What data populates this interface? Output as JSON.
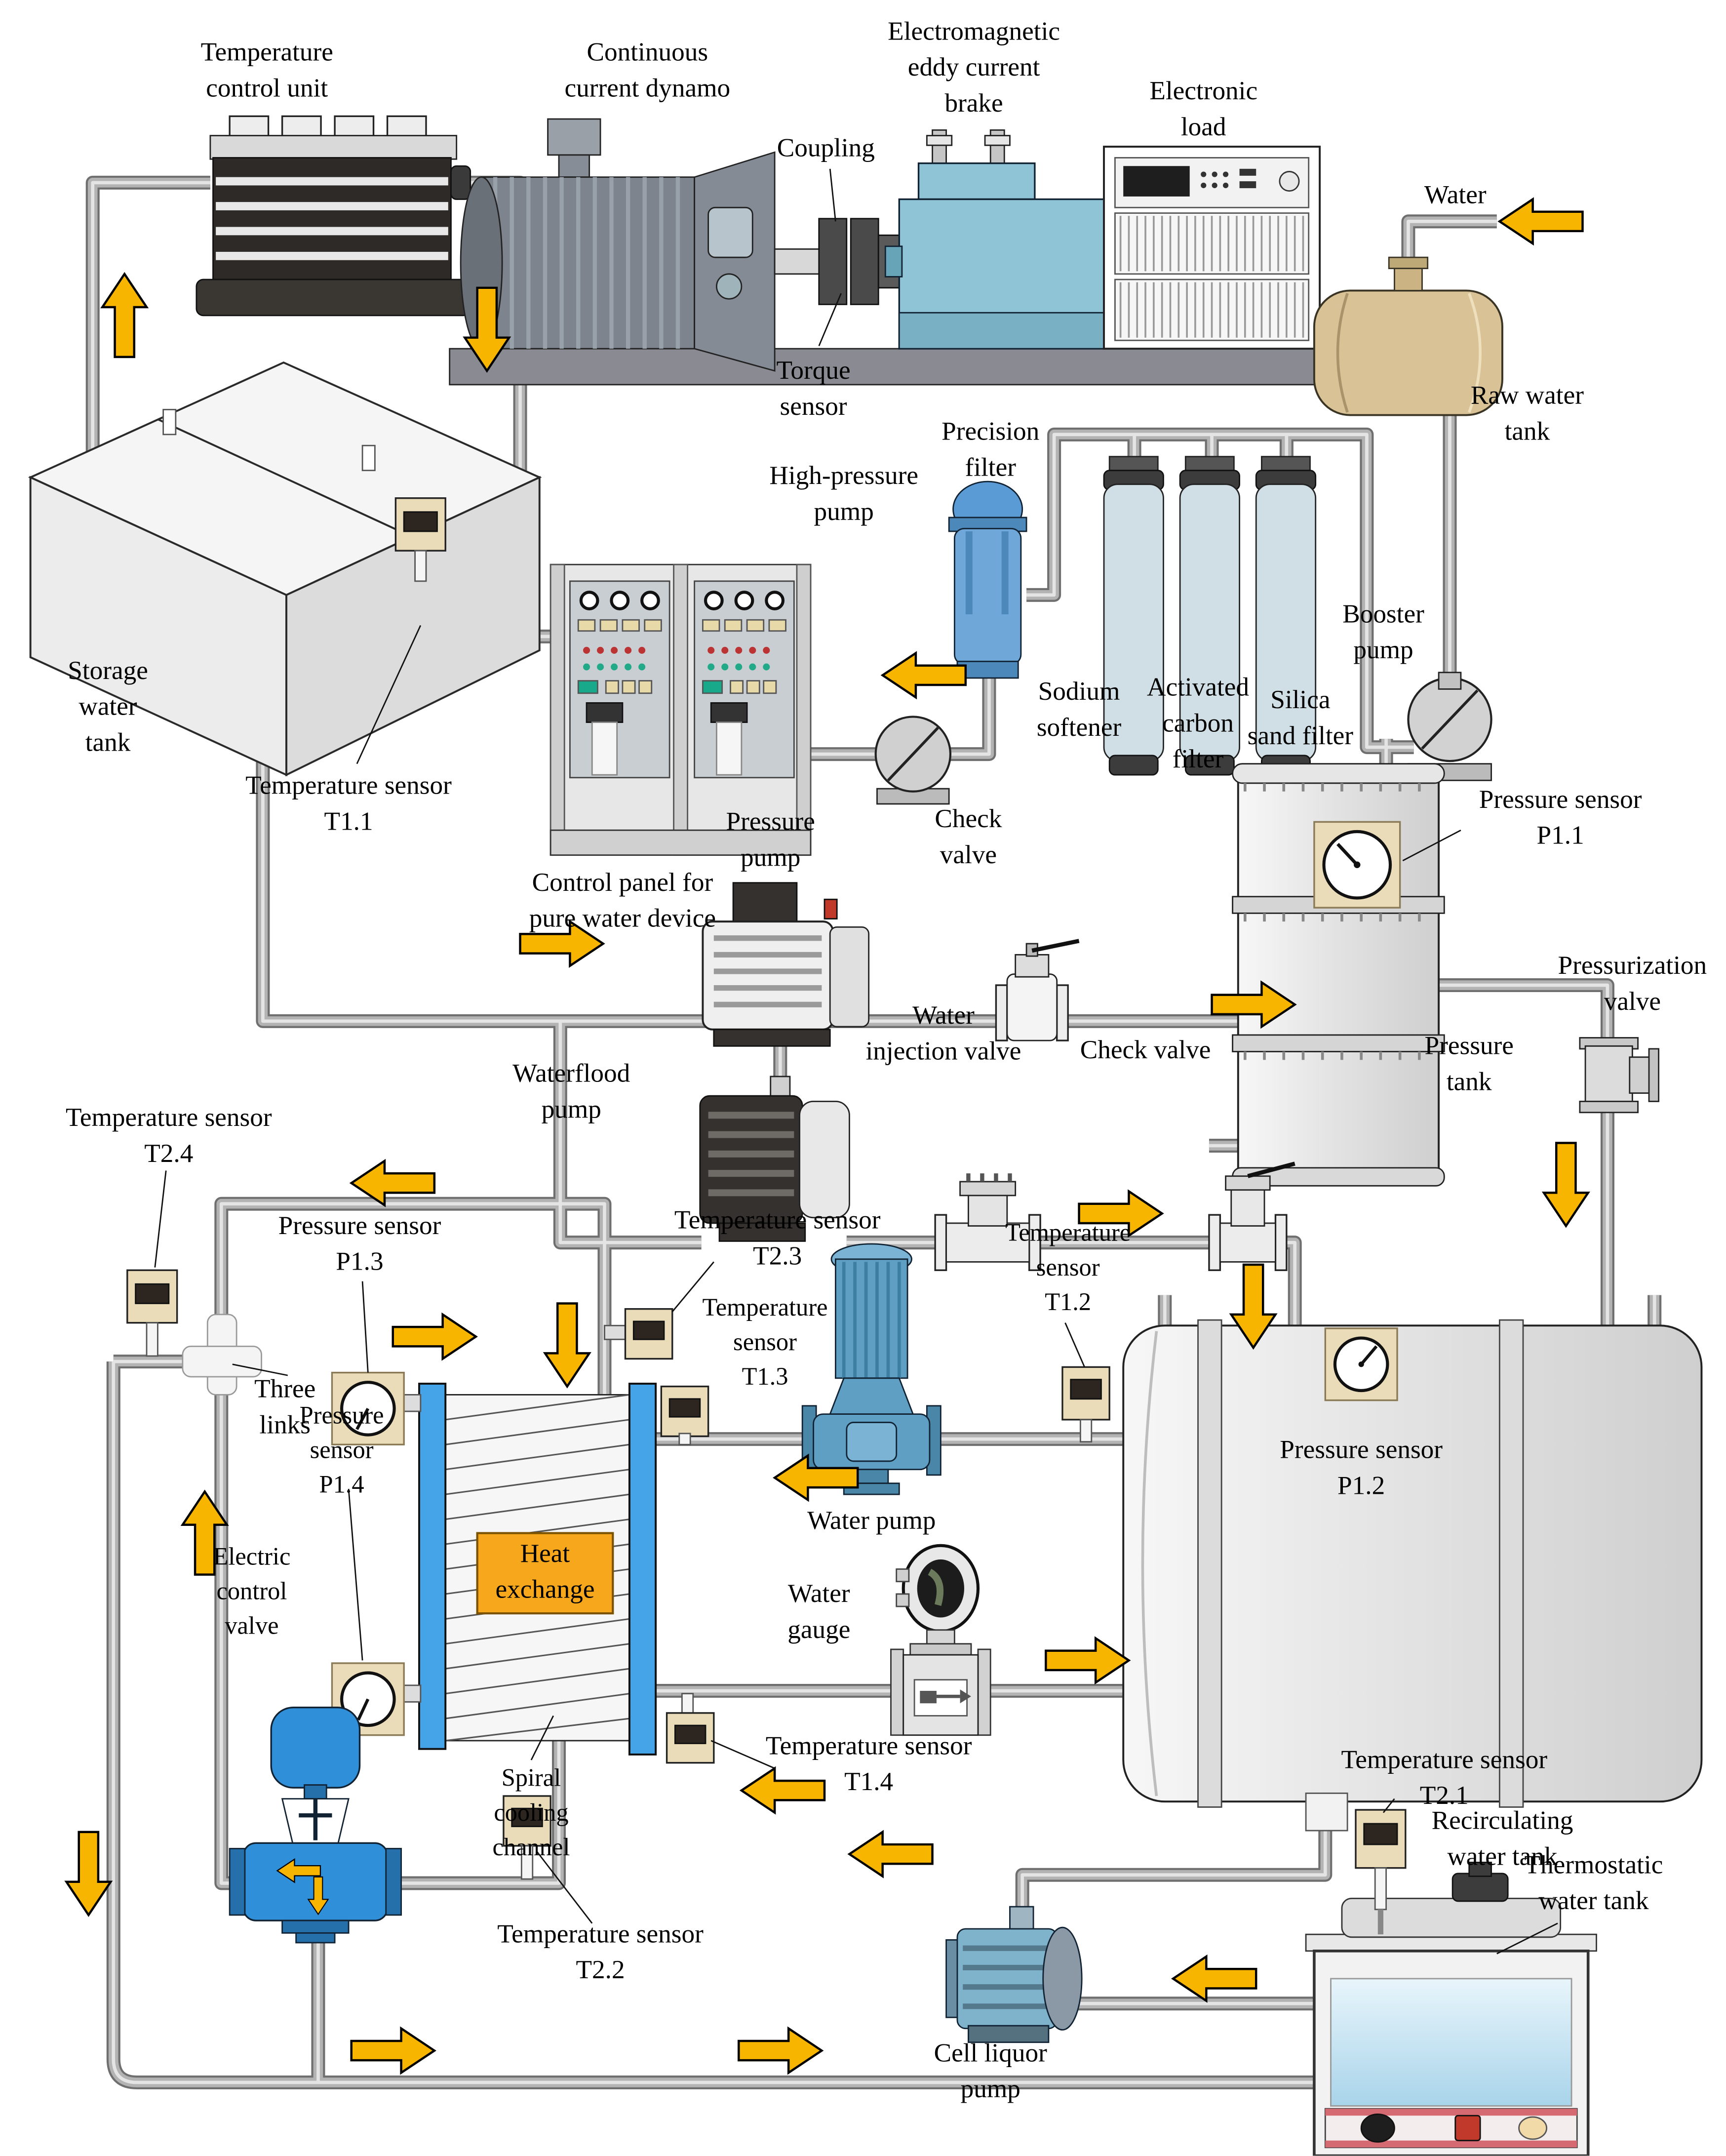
{
  "labels": {
    "temperature_control_unit": "Temperature\ncontrol unit",
    "continuous_current_dynamo": "Continuous\ncurrent dynamo",
    "coupling": "Coupling",
    "electromagnetic_eddy_current_brake": "Electromagnetic\neddy current\nbrake",
    "electronic_load": "Electronic\nload",
    "torque_sensor": "Torque\nsensor",
    "water": "Water",
    "raw_water_t": "Raw water\ntank",
    "high_pressure_pump": "High-pressure\npump",
    "precision_filter": "Precision\nfilter",
    "control_panel": "Control panel for\npure water device",
    "sodium_softener": "Sodium\nsoftener",
    "activated_carbon_filter": "Activated\ncarbon\nfilter",
    "silica_sand_filter": "Silica\nsand filter",
    "booster_pump": "Booster\npump",
    "storage_water_tank": "Storage\nwater\ntank",
    "t11": "Temperature sensor\nT1.1",
    "pressure_pump": "Pressure\npump",
    "check_valve_1": "Check\nvalve",
    "p11": "Pressure sensor\nP1.1",
    "pressure_tank": "Pressure\ntank",
    "pressurization_valve": "Pressurization\nvalve",
    "waterflood_pump": "Waterflood\npump",
    "water_injection_valve": "Water\ninjection valve",
    "check_valve_2": "Check valve",
    "t24": "Temperature sensor\nT2.4",
    "three_links": "Three\nlinks",
    "p13": "Pressure sensor\nP1.3",
    "t23": "Temperature sensor\nT2.3",
    "t13": "Temperature\nsensor\nT1.3",
    "t12": "Temperature\nsensor\nT1.2",
    "water_pump": "Water pump",
    "p12": "Pressure sensor\nP1.2",
    "heat_exchange": "Heat\nexchange",
    "p14": "Pressure\nsensor\nP1.4",
    "electric_control_valve": "Electric\ncontrol\nvalve",
    "water_gauge": "Water\ngauge",
    "recirculating_water_tank": "Recirculating\nwater tank",
    "spiral_cooling_channel": "Spiral\ncooling\nchannel",
    "t14": "Temperature sensor\nT1.4",
    "t22": "Temperature sensor\nT2.2",
    "t21": "Temperature sensor\nT2.1",
    "thermostatic_water_tank": "Thermostatic\nwater tank",
    "cell_liquor_pump": "Cell liquor\npump"
  },
  "colors": {
    "pipe_gray": "#b3b3b3",
    "flow_arrow_yellow": "#F7B500",
    "heat_exchange_orange": "#F6A71B",
    "brake_blue": "#8FC3D6",
    "component_blue": "#2F8FD8",
    "sensor_beige": "#EADCB8",
    "filter_blue": "#CFDFE5",
    "raw_tank_tan": "#D9C296",
    "water_blue": "#BFE2F2"
  }
}
